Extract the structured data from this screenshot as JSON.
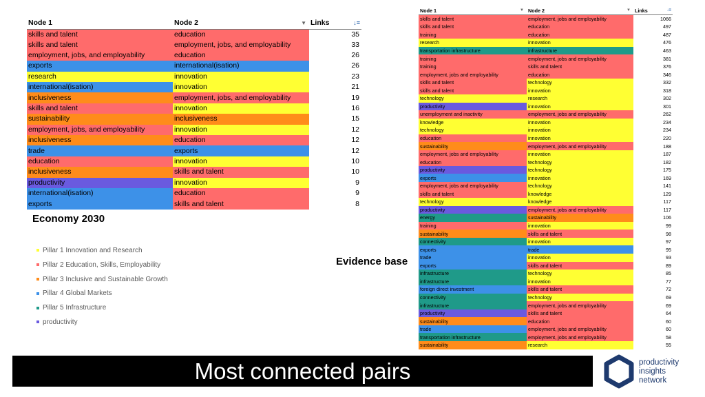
{
  "colors": {
    "red": "#ff6b6b",
    "yellow": "#ffff33",
    "blue": "#3d91e8",
    "orange": "#ff8c1a",
    "teal": "#1f9a89",
    "purple": "#6a5adf"
  },
  "left_table": {
    "headers": [
      "Node 1",
      "Node 2",
      "Links"
    ],
    "rows": [
      {
        "node1": "skills and talent",
        "c1": "red",
        "node2": "education",
        "c2": "red",
        "links": "35"
      },
      {
        "node1": "skills and talent",
        "c1": "red",
        "node2": "employment, jobs, and employability",
        "c2": "red",
        "links": "33"
      },
      {
        "node1": "employment, jobs, and employability",
        "c1": "red",
        "node2": "education",
        "c2": "red",
        "links": "26"
      },
      {
        "node1": "exports",
        "c1": "blue",
        "node2": "international(isation)",
        "c2": "blue",
        "links": "26"
      },
      {
        "node1": "research",
        "c1": "yellow",
        "node2": "innovation",
        "c2": "yellow",
        "links": "23"
      },
      {
        "node1": "international(isation)",
        "c1": "blue",
        "node2": "innovation",
        "c2": "yellow",
        "links": "21"
      },
      {
        "node1": "inclusiveness",
        "c1": "orange",
        "node2": "employment, jobs, and employability",
        "c2": "red",
        "links": "19"
      },
      {
        "node1": "skills and talent",
        "c1": "red",
        "node2": "innovation",
        "c2": "yellow",
        "links": "16"
      },
      {
        "node1": "sustainability",
        "c1": "orange",
        "node2": "inclusiveness",
        "c2": "orange",
        "links": "15"
      },
      {
        "node1": "employment, jobs, and employability",
        "c1": "red",
        "node2": "innovation",
        "c2": "yellow",
        "links": "12"
      },
      {
        "node1": "inclusiveness",
        "c1": "orange",
        "node2": "education",
        "c2": "red",
        "links": "12"
      },
      {
        "node1": "trade",
        "c1": "blue",
        "node2": "exports",
        "c2": "blue",
        "links": "12"
      },
      {
        "node1": "education",
        "c1": "red",
        "node2": "innovation",
        "c2": "yellow",
        "links": "10"
      },
      {
        "node1": "inclusiveness",
        "c1": "orange",
        "node2": "skills and talent",
        "c2": "red",
        "links": "10"
      },
      {
        "node1": "productivity",
        "c1": "purple",
        "node2": "innovation",
        "c2": "yellow",
        "links": "9"
      },
      {
        "node1": "international(isation)",
        "c1": "blue",
        "node2": "education",
        "c2": "red",
        "links": "9"
      },
      {
        "node1": "exports",
        "c1": "blue",
        "node2": "skills and talent",
        "c2": "red",
        "links": "8"
      }
    ]
  },
  "right_table": {
    "headers": [
      "Node 1",
      "Node 2",
      "Links"
    ],
    "rows": [
      {
        "node1": "skills and talent",
        "c1": "red",
        "node2": "employment, jobs and employability",
        "c2": "red",
        "links": "1066"
      },
      {
        "node1": "skills and talent",
        "c1": "red",
        "node2": "education",
        "c2": "red",
        "links": "497"
      },
      {
        "node1": "training",
        "c1": "red",
        "node2": "education",
        "c2": "red",
        "links": "487"
      },
      {
        "node1": "research",
        "c1": "yellow",
        "node2": "innovation",
        "c2": "yellow",
        "links": "476"
      },
      {
        "node1": "transportation infrastructure",
        "c1": "teal",
        "node2": "infrastructure",
        "c2": "teal",
        "links": "463"
      },
      {
        "node1": "training",
        "c1": "red",
        "node2": "employment, jobs and employability",
        "c2": "red",
        "links": "381"
      },
      {
        "node1": "training",
        "c1": "red",
        "node2": "skills and talent",
        "c2": "red",
        "links": "376"
      },
      {
        "node1": "employment, jobs and employability",
        "c1": "red",
        "node2": "education",
        "c2": "red",
        "links": "346"
      },
      {
        "node1": "skills and talent",
        "c1": "red",
        "node2": "technology",
        "c2": "yellow",
        "links": "332"
      },
      {
        "node1": "skills and talent",
        "c1": "red",
        "node2": "innovation",
        "c2": "yellow",
        "links": "318"
      },
      {
        "node1": "technology",
        "c1": "yellow",
        "node2": "research",
        "c2": "yellow",
        "links": "302"
      },
      {
        "node1": "productivity",
        "c1": "purple",
        "node2": "innovation",
        "c2": "yellow",
        "links": "301"
      },
      {
        "node1": "unemployment and inactivity",
        "c1": "red",
        "node2": "employment, jobs and employability",
        "c2": "red",
        "links": "262"
      },
      {
        "node1": "knowledge",
        "c1": "yellow",
        "node2": "innovation",
        "c2": "yellow",
        "links": "234"
      },
      {
        "node1": "technology",
        "c1": "yellow",
        "node2": "innovation",
        "c2": "yellow",
        "links": "234"
      },
      {
        "node1": "education",
        "c1": "red",
        "node2": "innovation",
        "c2": "yellow",
        "links": "220"
      },
      {
        "node1": "sustainability",
        "c1": "orange",
        "node2": "employment, jobs and employability",
        "c2": "red",
        "links": "188"
      },
      {
        "node1": "employment, jobs and employability",
        "c1": "red",
        "node2": "innovation",
        "c2": "yellow",
        "links": "187"
      },
      {
        "node1": "education",
        "c1": "red",
        "node2": "technology",
        "c2": "yellow",
        "links": "182"
      },
      {
        "node1": "productivity",
        "c1": "purple",
        "node2": "technology",
        "c2": "yellow",
        "links": "175"
      },
      {
        "node1": "exports",
        "c1": "blue",
        "node2": "innovation",
        "c2": "yellow",
        "links": "169"
      },
      {
        "node1": "employment, jobs and employability",
        "c1": "red",
        "node2": "technology",
        "c2": "yellow",
        "links": "141"
      },
      {
        "node1": "skills and talent",
        "c1": "red",
        "node2": "knowledge",
        "c2": "yellow",
        "links": "129"
      },
      {
        "node1": "technology",
        "c1": "yellow",
        "node2": "knowledge",
        "c2": "yellow",
        "links": "117"
      },
      {
        "node1": "productivity",
        "c1": "purple",
        "node2": "employment, jobs and employability",
        "c2": "red",
        "links": "117"
      },
      {
        "node1": "energy",
        "c1": "teal",
        "node2": "sustainability",
        "c2": "orange",
        "links": "106"
      },
      {
        "node1": "training",
        "c1": "red",
        "node2": "innovation",
        "c2": "yellow",
        "links": "99"
      },
      {
        "node1": "sustainability",
        "c1": "orange",
        "node2": "skills and talent",
        "c2": "red",
        "links": "98"
      },
      {
        "node1": "connectivity",
        "c1": "teal",
        "node2": "innovation",
        "c2": "yellow",
        "links": "97"
      },
      {
        "node1": "exports",
        "c1": "blue",
        "node2": "trade",
        "c2": "blue",
        "links": "95"
      },
      {
        "node1": "trade",
        "c1": "blue",
        "node2": "innovation",
        "c2": "yellow",
        "links": "93"
      },
      {
        "node1": "exports",
        "c1": "blue",
        "node2": "skills and talent",
        "c2": "red",
        "links": "89"
      },
      {
        "node1": "infrastructure",
        "c1": "teal",
        "node2": "technology",
        "c2": "yellow",
        "links": "85"
      },
      {
        "node1": "infrastructure",
        "c1": "teal",
        "node2": "innovation",
        "c2": "yellow",
        "links": "77"
      },
      {
        "node1": "foreign direct investment",
        "c1": "blue",
        "node2": "skills and talent",
        "c2": "red",
        "links": "72"
      },
      {
        "node1": "connectivity",
        "c1": "teal",
        "node2": "technology",
        "c2": "yellow",
        "links": "69"
      },
      {
        "node1": "infrastructure",
        "c1": "teal",
        "node2": "employment, jobs and employability",
        "c2": "red",
        "links": "69"
      },
      {
        "node1": "productivity",
        "c1": "purple",
        "node2": "skills and talent",
        "c2": "red",
        "links": "64"
      },
      {
        "node1": "sustainability",
        "c1": "orange",
        "node2": "education",
        "c2": "red",
        "links": "60"
      },
      {
        "node1": "trade",
        "c1": "blue",
        "node2": "employment, jobs and employability",
        "c2": "red",
        "links": "60"
      },
      {
        "node1": "transportation infrastructure",
        "c1": "teal",
        "node2": "employment, jobs and employability",
        "c2": "red",
        "links": "58"
      },
      {
        "node1": "sustainability",
        "c1": "orange",
        "node2": "research",
        "c2": "yellow",
        "links": "55"
      }
    ]
  },
  "captions": {
    "left": "Economy 2030",
    "right": "Evidence base"
  },
  "legend": [
    {
      "label": "Pillar 1 Innovation and Research",
      "color": "yellow"
    },
    {
      "label": "Pillar 2 Education, Skills, Employability",
      "color": "red"
    },
    {
      "label": "Pillar 3 Inclusive and Sustainable Growth",
      "color": "orange"
    },
    {
      "label": "Pillar 4 Global Markets",
      "color": "blue"
    },
    {
      "label": "Pillar 5 Infrastructure",
      "color": "teal"
    },
    {
      "label": "productivity",
      "color": "purple"
    }
  ],
  "footer": {
    "title": "Most connected pairs"
  },
  "logo": {
    "icon": "hexagon-logo-icon",
    "line1": "productivity",
    "line2": "insights",
    "line3": "network",
    "color": "#1e3a6e"
  }
}
